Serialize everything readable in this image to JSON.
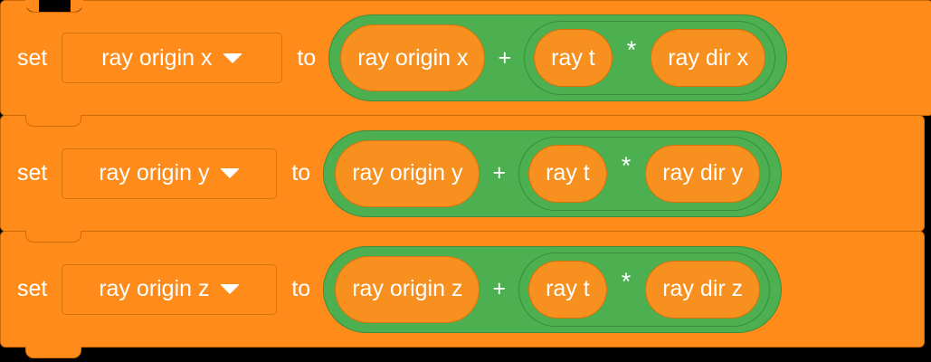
{
  "workspace": {
    "background_color": "#000000",
    "block_color": "#ff8c1a",
    "block_border_color": "#cf6a06",
    "operator_color": "#4cb050",
    "operator_border_color": "#3d8c40",
    "variable_color": "#f7901e",
    "text_color": "#ffffff"
  },
  "blocks": [
    {
      "type": "data_setvariableto",
      "set_label": "set",
      "variable": "ray origin x",
      "dropdown_icon": "chevron-down-icon",
      "to_label": "to",
      "value": {
        "type": "operator_add",
        "symbol": "+",
        "left": {
          "type": "variable",
          "name": "ray origin x"
        },
        "right": {
          "type": "operator_multiply",
          "symbol": "*",
          "left": {
            "type": "variable",
            "name": "ray t"
          },
          "right": {
            "type": "variable",
            "name": "ray dir x"
          }
        }
      }
    },
    {
      "type": "data_setvariableto",
      "set_label": "set",
      "variable": "ray origin y",
      "dropdown_icon": "chevron-down-icon",
      "to_label": "to",
      "value": {
        "type": "operator_add",
        "symbol": "+",
        "left": {
          "type": "variable",
          "name": "ray origin y"
        },
        "right": {
          "type": "operator_multiply",
          "symbol": "*",
          "left": {
            "type": "variable",
            "name": "ray t"
          },
          "right": {
            "type": "variable",
            "name": "ray dir y"
          }
        }
      }
    },
    {
      "type": "data_setvariableto",
      "set_label": "set",
      "variable": "ray origin z",
      "dropdown_icon": "chevron-down-icon",
      "to_label": "to",
      "value": {
        "type": "operator_add",
        "symbol": "+",
        "left": {
          "type": "variable",
          "name": "ray origin z"
        },
        "right": {
          "type": "operator_multiply",
          "symbol": "*",
          "left": {
            "type": "variable",
            "name": "ray t"
          },
          "right": {
            "type": "variable",
            "name": "ray dir z"
          }
        }
      }
    }
  ]
}
